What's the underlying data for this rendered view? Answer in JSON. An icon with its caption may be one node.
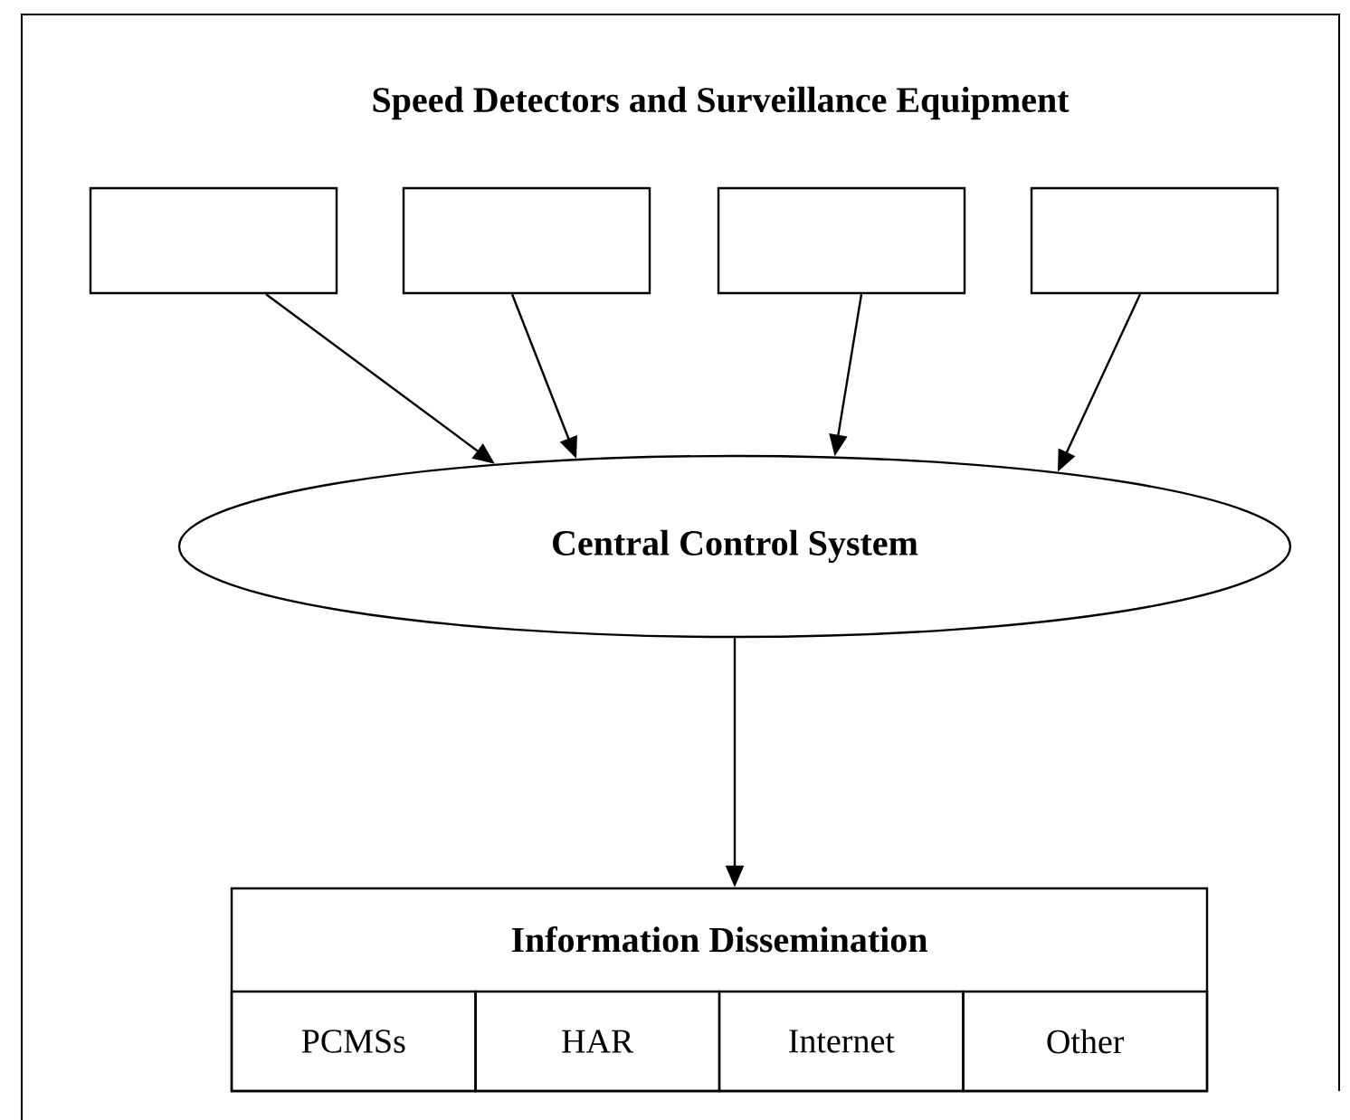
{
  "diagram": {
    "title": "Speed Detectors and Surveillance Equipment",
    "nodes": [
      {
        "text": [],
        "shape": "box"
      },
      {
        "text": [],
        "shape": "box"
      },
      {
        "text": [],
        "shape": "box"
      },
      {
        "text": [],
        "shape": "box"
      },
      {
        "text": [
          "Central Control System"
        ]
      },
      {
        "text": [
          "Information Dissemination"
        ]
      },
      {
        "text": [
          "PCMSs"
        ],
        "in": 5
      },
      {
        "text": [
          "HAR"
        ],
        "in": 5
      },
      {
        "text": [
          "Internet"
        ],
        "in": 5
      },
      {
        "text": [
          "Other"
        ],
        "in": 5
      }
    ],
    "edges": [
      {
        "from": 0,
        "to": 4,
        "arrow": "to"
      },
      {
        "from": 1,
        "to": 4,
        "arrow": "to"
      },
      {
        "from": 2,
        "to": 4,
        "arrow": "to"
      },
      {
        "from": 3,
        "to": 4,
        "arrow": "to"
      },
      {
        "from": 4,
        "to": 5,
        "arrow": "to"
      }
    ]
  }
}
